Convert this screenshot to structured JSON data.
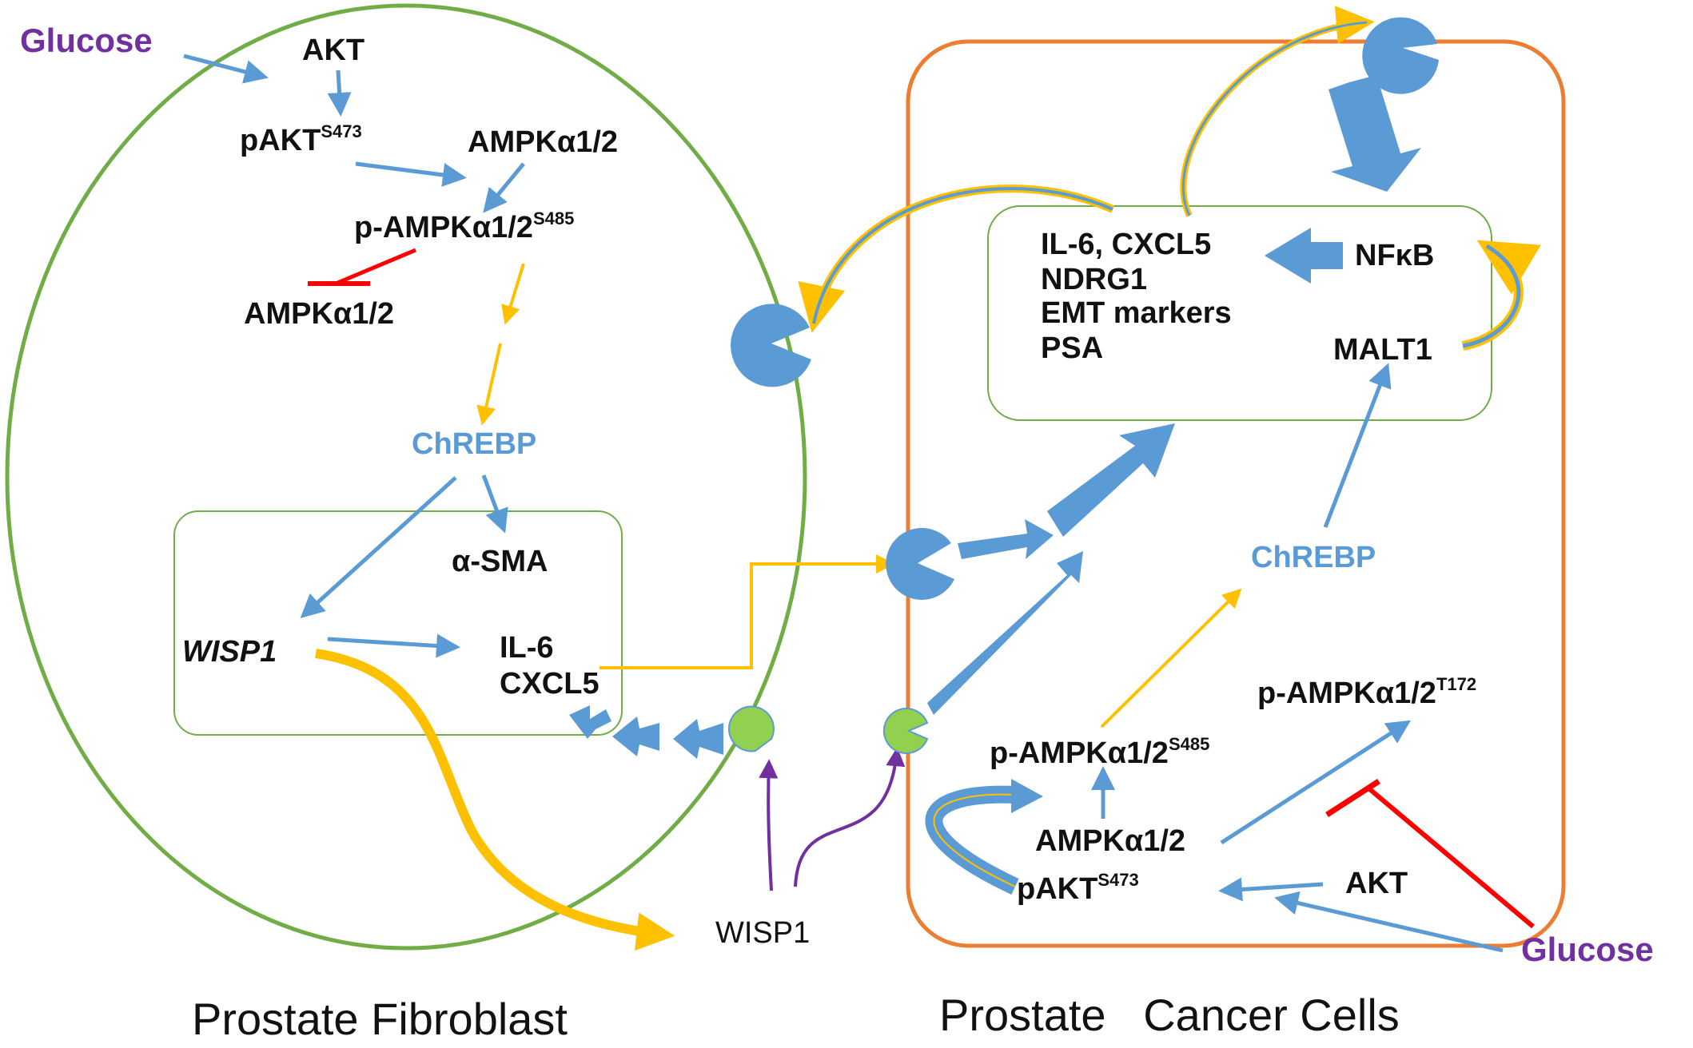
{
  "colors": {
    "fibroblast_outline": "#70ad47",
    "cancer_outline": "#ed7d31",
    "blue_arrow": "#5b9bd5",
    "yellow_arrow": "#ffc000",
    "inhibit_red": "#ff0000",
    "purple": "#7030a0",
    "receptor_green": "#92d050"
  },
  "fibroblast": {
    "title": "Prostate Fibroblast",
    "glucose": "Glucose",
    "akt": "AKT",
    "pakt": "pAKT",
    "pakt_sup": "S473",
    "ampk_top": "AMPKα1/2",
    "p_ampk": "p-AMPKα1/2",
    "p_ampk_sup": "S485",
    "ampk_inhibited": "AMPKα1/2",
    "chrebp": "ChREBP",
    "sma": "α-SMA",
    "wisp1_gene": "WISP1",
    "il6": "IL-6",
    "cxcl5": "CXCL5"
  },
  "secreted": {
    "wisp1": "WISP1"
  },
  "cancer": {
    "title": "Prostate   Cancer Cells",
    "glucose": "Glucose",
    "akt": "AKT",
    "pakt": "pAKT",
    "pakt_sup": "S473",
    "ampk": "AMPKα1/2",
    "p_ampk_485": "p-AMPKα1/2",
    "p_ampk_485_sup": "S485",
    "p_ampk_172": "p-AMPKα1/2",
    "p_ampk_172_sup": "T172",
    "chrebp": "ChREBP",
    "nfkb": "NFκB",
    "malt1": "MALT1",
    "targets": [
      "IL-6, CXCL5",
      "NDRG1",
      "EMT markers",
      "PSA"
    ]
  }
}
